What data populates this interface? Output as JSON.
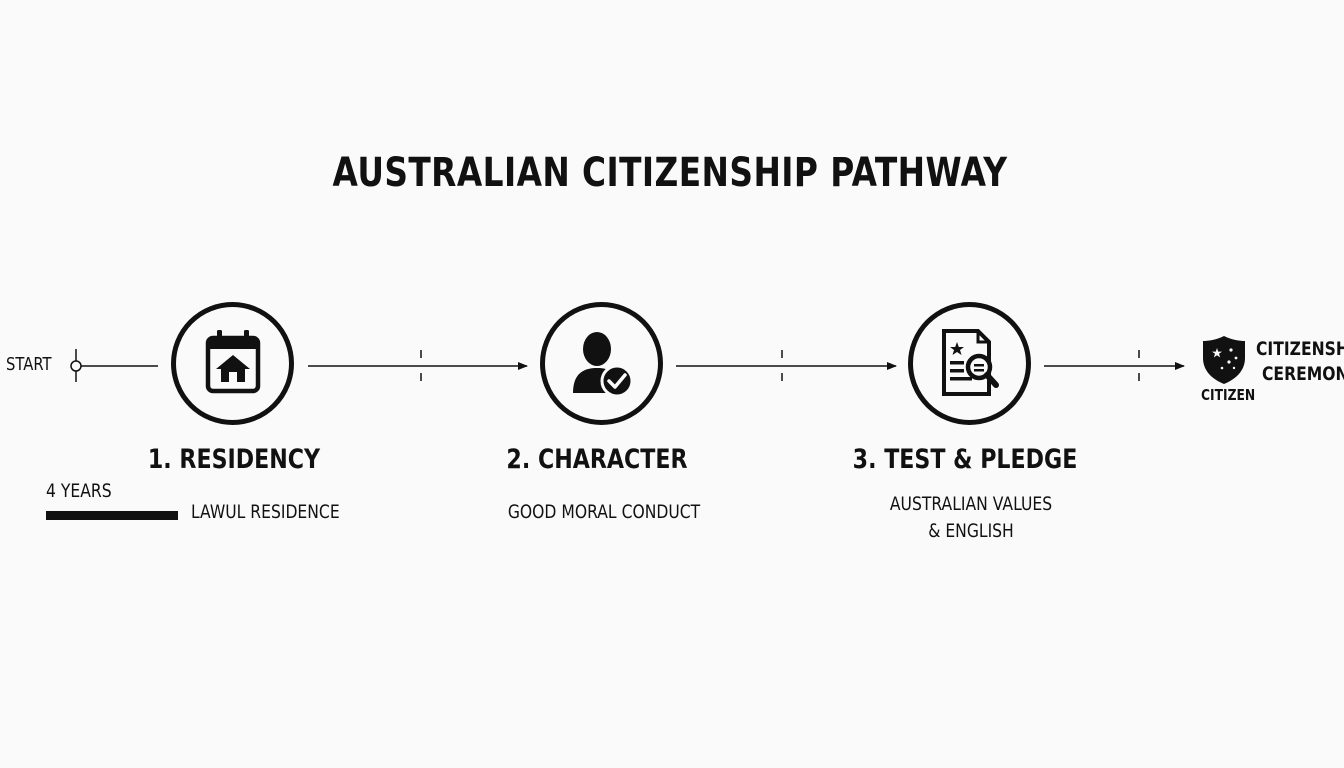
{
  "title": "AUSTRALIAN CITIZENSHIP PATHWAY",
  "start_label": "START",
  "steps": [
    {
      "label": "1. RESIDENCY",
      "icon": "calendar-home-icon",
      "duration": "4 YEARS",
      "description": "LAWUL RESIDENCE"
    },
    {
      "label": "2. CHARACTER",
      "icon": "person-check-icon",
      "description": "GOOD MORAL CONDUCT"
    },
    {
      "label": "3. TEST & PLEDGE",
      "icon": "document-search-icon",
      "description_line1": "AUSTRALIAN VALUES",
      "description_line2": "& ENGLISH"
    }
  ],
  "end": {
    "icon": "citizen-shield-icon",
    "badge_text": "CITIZEN",
    "label_line1": "CITIZENSHIP",
    "label_line2": "CEREMONY"
  },
  "colors": {
    "ink": "#111111",
    "background": "#fafafa"
  }
}
